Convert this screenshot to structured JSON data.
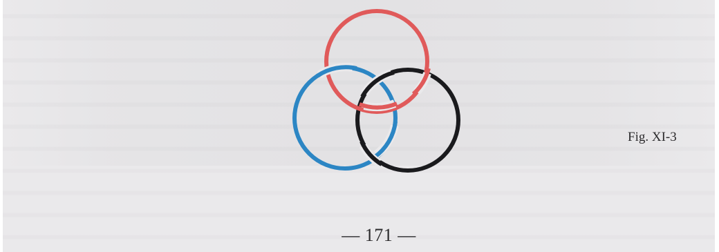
{
  "figure": {
    "caption": "Fig. XI-3",
    "rings": [
      {
        "name": "red-ring",
        "color": "#e05a5a"
      },
      {
        "name": "blue-ring",
        "color": "#2c86c4"
      },
      {
        "name": "black-ring",
        "color": "#1a1a1d"
      }
    ]
  },
  "page_number": "— 171 —",
  "colors": {
    "paper": "#eae9eb",
    "text": "#2b2a2c"
  }
}
